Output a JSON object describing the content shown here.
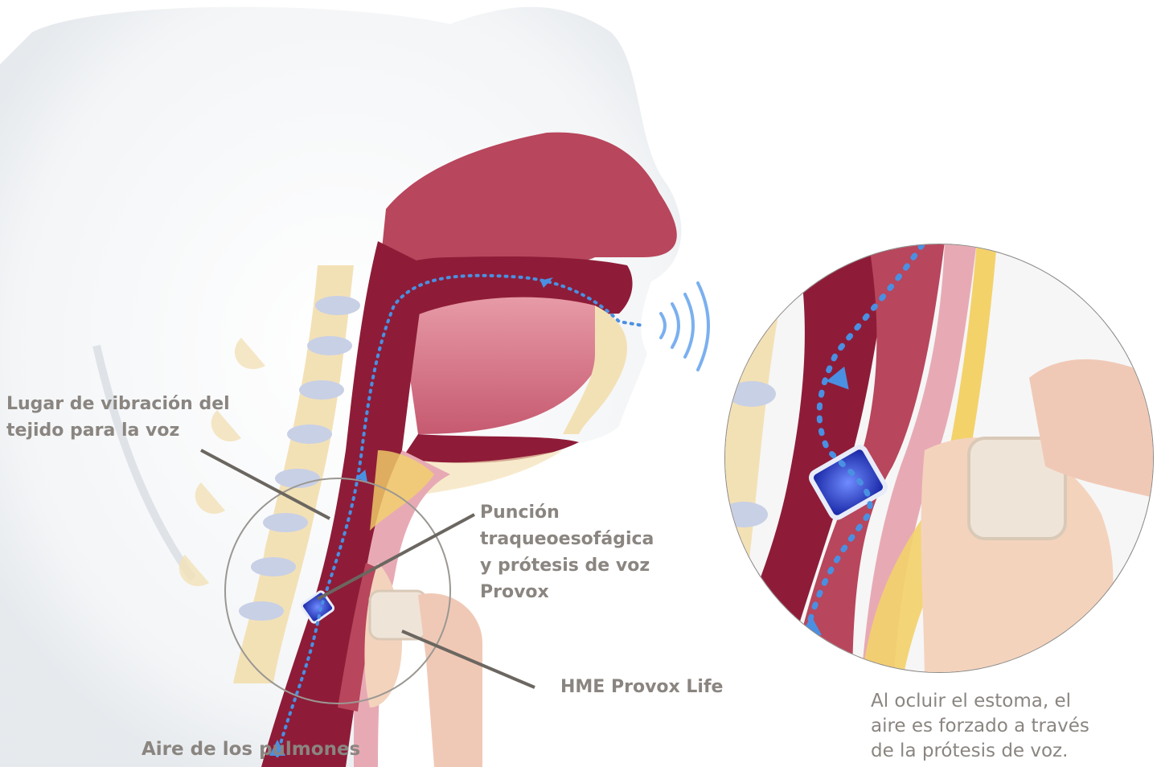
{
  "labels": {
    "vibration_site": [
      "Lugar de vibración del",
      "tejido para la voz"
    ],
    "puncture": [
      "Punción",
      "traqueoesofágica",
      "y prótesis de voz",
      "Provox"
    ],
    "hme": "HME Provox Life",
    "lung_air": "Aire de los pulmones"
  },
  "caption": [
    "Al ocluir el estoma, el",
    "aire es forzado a través",
    "de la prótesis de voz."
  ],
  "colors": {
    "text": "#8a8580",
    "tissue_dark": "#8e1c38",
    "tissue_mid": "#b8465c",
    "tissue_pink": "#e7aab4",
    "bone": "#f3e1b6",
    "skin_shadow": "#e9ecef",
    "airflow": "#4a90e2",
    "prosthesis": "#2f3fc8",
    "leader_line": "#6b6660"
  },
  "icons": [
    "airflow-arrow-icon",
    "sound-wave-icon",
    "voice-prosthesis-icon"
  ]
}
